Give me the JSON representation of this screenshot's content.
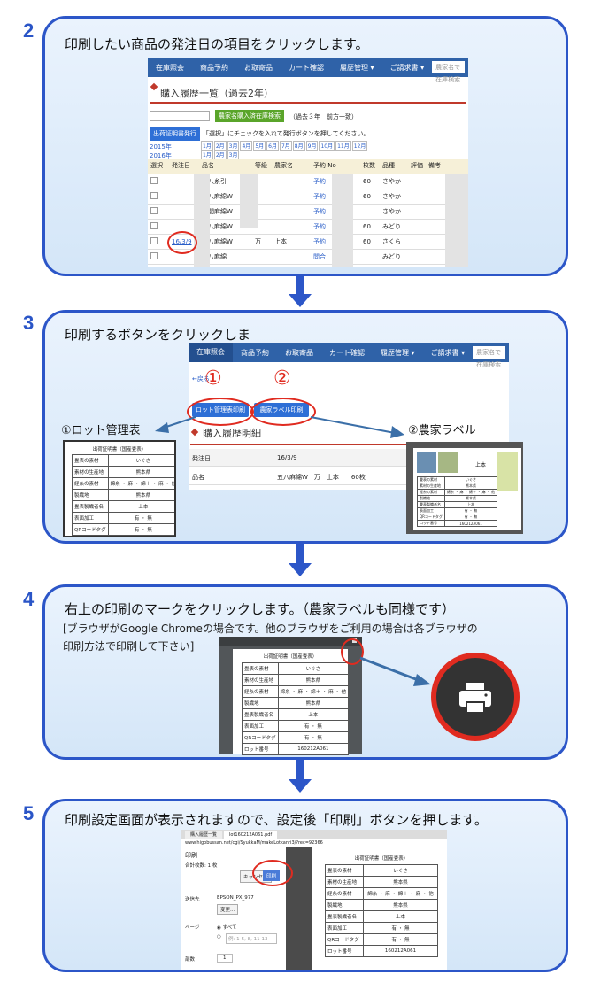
{
  "steps": [
    {
      "num": "2",
      "title": "印刷したい商品の発注日の項目をクリックします。"
    },
    {
      "num": "3",
      "title": "印刷するボタンをクリックしま"
    },
    {
      "num": "4",
      "title": "右上の印刷のマークをクリックします。（農家ラベルも同様です）",
      "note1": "[ブラウザがGoogle Chromeの場合です。他のブラウザをご利用の場合は各ブラウザの",
      "note2": "印刷方法で印刷して下さい]"
    },
    {
      "num": "5",
      "title": "印刷設定画面が表示されますので、設定後「印刷」ボタンを押します。"
    }
  ],
  "nav": {
    "items": [
      "在庫照会",
      "商品予約",
      "お取寄品",
      "カート確認",
      "履歴管理 ▾",
      "ご請求書 ▾"
    ],
    "search_placeholder": "農家名で在庫検索"
  },
  "step2": {
    "page_title": "購入履歴一覧（過去2年）",
    "search_button": "農家名購入済在庫検索",
    "period_note": "（過去３年　前方一致）",
    "cert_button": "出荷証明書発行",
    "instruction": "「選択」にチェックを入れて発行ボタンを押してください。",
    "years": [
      {
        "year": "2015年",
        "months": [
          "1月",
          "2月",
          "3月",
          "4月",
          "5月",
          "6月",
          "7月",
          "8月",
          "9月",
          "10月",
          "11月",
          "12月"
        ]
      },
      {
        "year": "2016年",
        "months": [
          "1月",
          "2月",
          "3月"
        ]
      }
    ],
    "columns": [
      "選択",
      "発注日",
      "品名",
      "等級",
      "農家名",
      "予約 No",
      "枚数",
      "品種",
      "評価",
      "備考"
    ],
    "rows": [
      {
        "date": "",
        "name": "五八糸引",
        "grade": "",
        "farmer": "",
        "yoyaku": "予約",
        "count": "60",
        "variety": "さやか"
      },
      {
        "date": "",
        "name": "五八麻綿W",
        "grade": "",
        "farmer": "",
        "yoyaku": "予約",
        "count": "60",
        "variety": "さやか"
      },
      {
        "date": "",
        "name": "本間麻綿W",
        "grade": "",
        "farmer": "",
        "yoyaku": "予約",
        "count": "",
        "variety": "さやか"
      },
      {
        "date": "",
        "name": "五八麻綿W",
        "grade": "",
        "farmer": "",
        "yoyaku": "予約",
        "count": "60",
        "variety": "みどり"
      },
      {
        "date": "16/3/9",
        "name": "五八麻綿W",
        "grade": "万",
        "farmer": "上本",
        "yoyaku": "予約",
        "count": "60",
        "variety": "さくら"
      },
      {
        "date": "",
        "name": "五八麻綿",
        "grade": "",
        "farmer": "",
        "yoyaku": "問合",
        "count": "",
        "variety": "みどり"
      }
    ]
  },
  "step3": {
    "back_link": "←戻る",
    "btn1": "ロット管理表印刷",
    "btn2": "農家ラベル印刷",
    "circle1": "①",
    "circle2": "②",
    "label1": "①ロット管理表",
    "label2": "②農家ラベル",
    "page_title": "購入履歴明細",
    "detail_rows": [
      {
        "label": "発注日",
        "value": "16/3/9"
      },
      {
        "label": "品名",
        "value": "五八麻綿W　万　上本　　60枚"
      }
    ]
  },
  "cert": {
    "title": "出荷証明書（国産畳表）",
    "rows": [
      {
        "label": "畳表の素材",
        "value": "いぐさ"
      },
      {
        "label": "素材の生産地",
        "value": "熊本県"
      },
      {
        "label": "経糸の素材",
        "value": "綿糸 ・ 麻 ・ 綿＋ ・ 麻 ・ 他"
      },
      {
        "label": "製織地",
        "value": "熊本県"
      },
      {
        "label": "畳表製織者名",
        "value": "上本"
      },
      {
        "label": "表面加工",
        "value": "有 ・ 無"
      },
      {
        "label": "QRコードタグ",
        "value": "有 ・ 無"
      },
      {
        "label": "ロット番号",
        "value": "160212A061"
      }
    ],
    "label_name": "上本"
  },
  "step5": {
    "tab1": "購入履歴一覧",
    "tab2": "lot160212A061.pdf",
    "url": "www.higobussan.net/cgi/SyukkaM/makeLotkanri3/?rec=92366",
    "print_heading": "印刷",
    "sheets": "合計枚数: 1 枚",
    "cancel": "キャンセル",
    "print_btn": "印刷",
    "dest_label": "送信先",
    "printer": "EPSON_PX_977",
    "change_btn": "変更...",
    "pages_label": "ページ",
    "all_pages": "すべて",
    "range_placeholder": "例: 1-5, 8, 11-13",
    "copies_label": "部数",
    "copies_value": "1"
  }
}
